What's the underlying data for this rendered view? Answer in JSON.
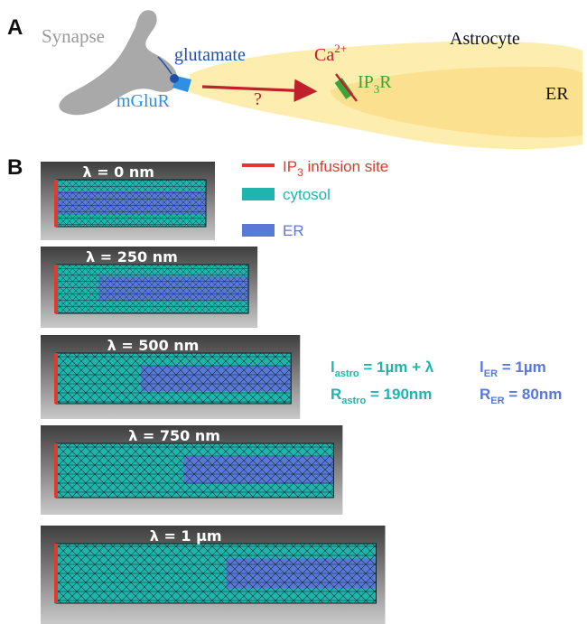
{
  "panel_a": {
    "letter": "A",
    "synapse": "Synapse",
    "glutamate": "glutamate",
    "mglur": "mGluR",
    "question": "?",
    "ca_base": "Ca",
    "ca_sup": "2+",
    "ip3r_pre": "IP",
    "ip3r_sub": "3",
    "ip3r_post": "R",
    "astrocyte": "Astrocyte",
    "er": "ER"
  },
  "panel_b": {
    "letter": "B",
    "legend": {
      "infusion_pre": "IP",
      "infusion_sub": "3",
      "infusion_post": " infusion site",
      "cytosol": "cytosol",
      "er": "ER"
    },
    "meshes": [
      {
        "label": "λ = 0 nm",
        "lambda_nm": 0
      },
      {
        "label": "λ = 250 nm",
        "lambda_nm": 250
      },
      {
        "label": "λ = 500 nm",
        "lambda_nm": 500
      },
      {
        "label": "λ = 750 nm",
        "lambda_nm": 750
      },
      {
        "label": "λ = 1 µm",
        "lambda_nm": 1000
      }
    ],
    "equations": {
      "l_astro_pre": "l",
      "l_astro_sub": "astro",
      "l_astro_post": " = 1µm + λ",
      "r_astro_pre": "R",
      "r_astro_sub": "astro",
      "r_astro_post": " = 190nm",
      "l_er_pre": "l",
      "l_er_sub": "ER",
      "l_er_post": " = 1µm",
      "r_er_pre": "R",
      "r_er_sub": "ER",
      "r_er_post": " = 80nm"
    }
  },
  "colors": {
    "infusion": "#e03a2f",
    "cytosol": "#1fb5ad",
    "er": "#5a78d8",
    "glutamate": "#1f4fa8",
    "mglur": "#2f8fe0",
    "ip3r": "#3aa53a",
    "arrow": "#c0202a",
    "synapse": "#a9a9a9",
    "astrocyte_fill": "#fdeeb0",
    "er_fill": "#fbe08f"
  }
}
